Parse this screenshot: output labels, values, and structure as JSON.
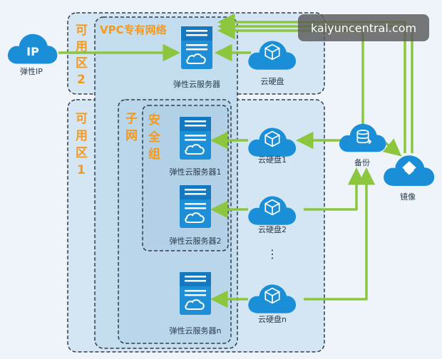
{
  "diagram": {
    "vpc_label": "VPC专有网络",
    "zone2_label": [
      "可",
      "用",
      "区",
      "2"
    ],
    "zone1_label": [
      "可",
      "用",
      "区",
      "1"
    ],
    "subnet_label": [
      "子",
      "网"
    ],
    "secgroup_label": [
      "安",
      "全",
      "组"
    ],
    "elastic_ip": {
      "badge": "IP",
      "caption": "弹性IP"
    },
    "servers": [
      {
        "caption": "弹性云服务器"
      },
      {
        "caption": "弹性云服务器1"
      },
      {
        "caption": "弹性云服务器2"
      },
      {
        "caption": "弹性云服务器n"
      }
    ],
    "disks": [
      {
        "caption": "云硬盘"
      },
      {
        "caption": "云硬盘1"
      },
      {
        "caption": "云硬盘2"
      },
      {
        "caption": "云硬盘n"
      }
    ],
    "backup": {
      "caption": "备份"
    },
    "image": {
      "caption": "镜像"
    },
    "ellipsis": "⋮"
  },
  "watermark": {
    "text": "kaiyuncentral.com"
  },
  "colors": {
    "arrow": "#8cc63f",
    "server": "#1e8fd6",
    "cloud": "#1a8fd8",
    "zone_fill": "#d4e6f3",
    "border": "#2f3d4a",
    "accent": "#f39a1e"
  }
}
